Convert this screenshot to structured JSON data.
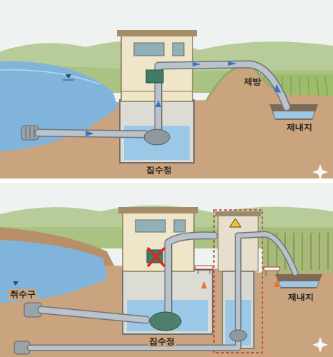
{
  "diagram": {
    "labels": [
      "제방",
      "제내지",
      "집수정",
      "취수구",
      "집수정",
      "제내지"
    ]
  }
}
